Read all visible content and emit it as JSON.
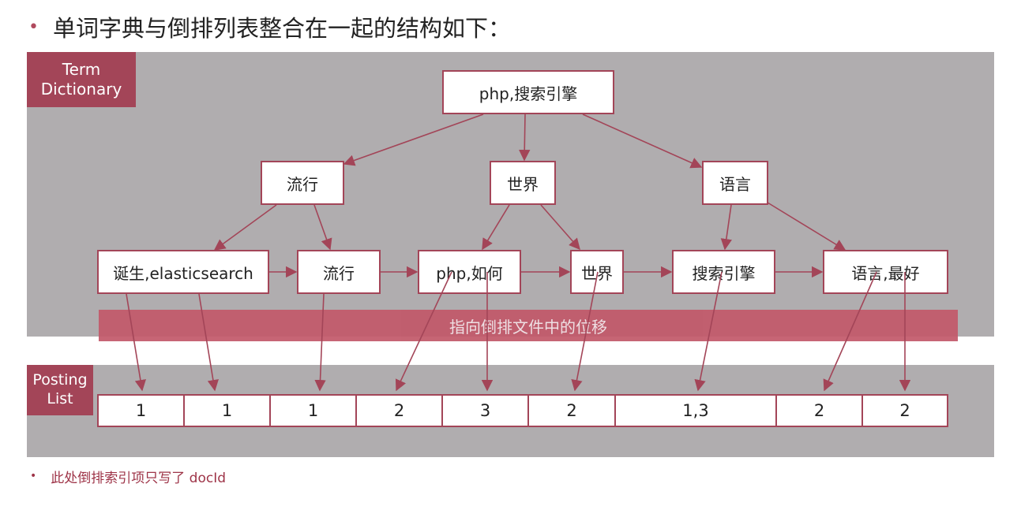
{
  "heading": {
    "text": "单词字典与倒排列表整合在一起的结构如下："
  },
  "term_dictionary": {
    "label_line1": "Term",
    "label_line2": "Dictionary",
    "root": "php,搜索引擎",
    "level2": [
      "流行",
      "世界",
      "语言"
    ],
    "leaves": [
      "诞生,elasticsearch",
      "流行",
      "php,如何",
      "世界",
      "搜索引擎",
      "语言,最好"
    ]
  },
  "offset_band": {
    "text": "指向倒排文件中的位移"
  },
  "posting_list": {
    "label_line1": "Posting",
    "label_line2": "List",
    "cells": [
      "1",
      "1",
      "1",
      "2",
      "3",
      "2",
      "1,3",
      "2",
      "2"
    ]
  },
  "footnote": {
    "text": "此处倒排索引项只写了 docId"
  },
  "colors": {
    "accent": "#a34558",
    "panel": "#b0adaf",
    "band": "#c25869"
  }
}
